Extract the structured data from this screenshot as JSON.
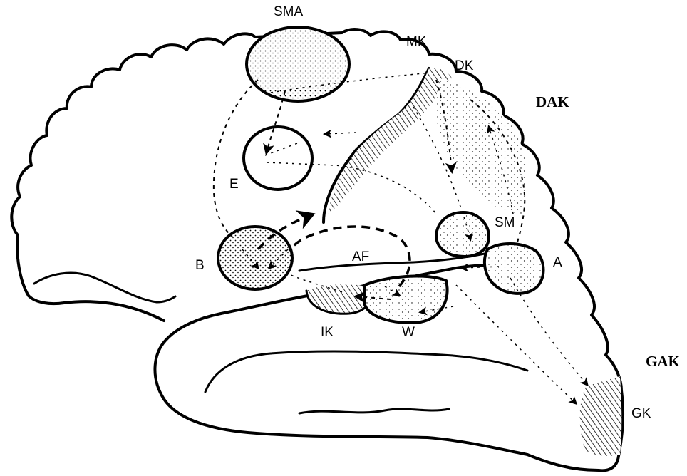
{
  "labels": {
    "sma": "SMA",
    "mk": "MK",
    "dk": "DK",
    "dak": "DAK",
    "e": "E",
    "sm": "SM",
    "b": "B",
    "af": "AF",
    "a": "A",
    "ik": "IK",
    "w": "W",
    "gak": "GAK",
    "gk": "GK"
  },
  "colors": {
    "ink": "#000000",
    "paper": "#ffffff"
  }
}
